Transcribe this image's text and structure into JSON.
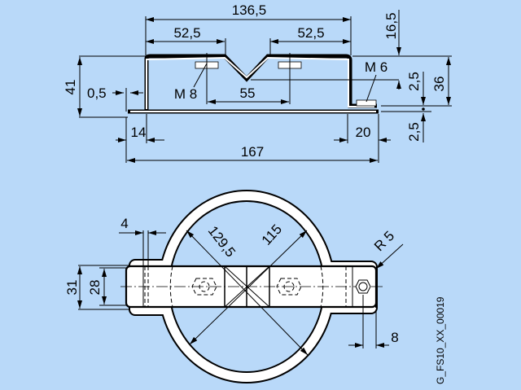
{
  "side_view": {
    "overall_top_width": "136,5",
    "left_segment": "52,5",
    "right_segment": "52,5",
    "top_offset": "16,5",
    "height_total": "41",
    "height_inner": "36",
    "sheet_thickness": "0,5",
    "v_depth": "2,5",
    "flange_thickness": "2,5",
    "thread_left": "M 8",
    "thread_right": "M 6",
    "hole_spacing": "55",
    "left_tab": "14",
    "right_flange": "20",
    "overall_length": "167"
  },
  "top_view": {
    "slot_width": "4",
    "outer_diameter": "129,5",
    "inner_diameter": "115",
    "corner_radius": "R 5",
    "bar_width_outer": "31",
    "bar_width_inner": "28",
    "bolt_offset": "8"
  },
  "drawing_id": "G_FS10_XX_00019"
}
